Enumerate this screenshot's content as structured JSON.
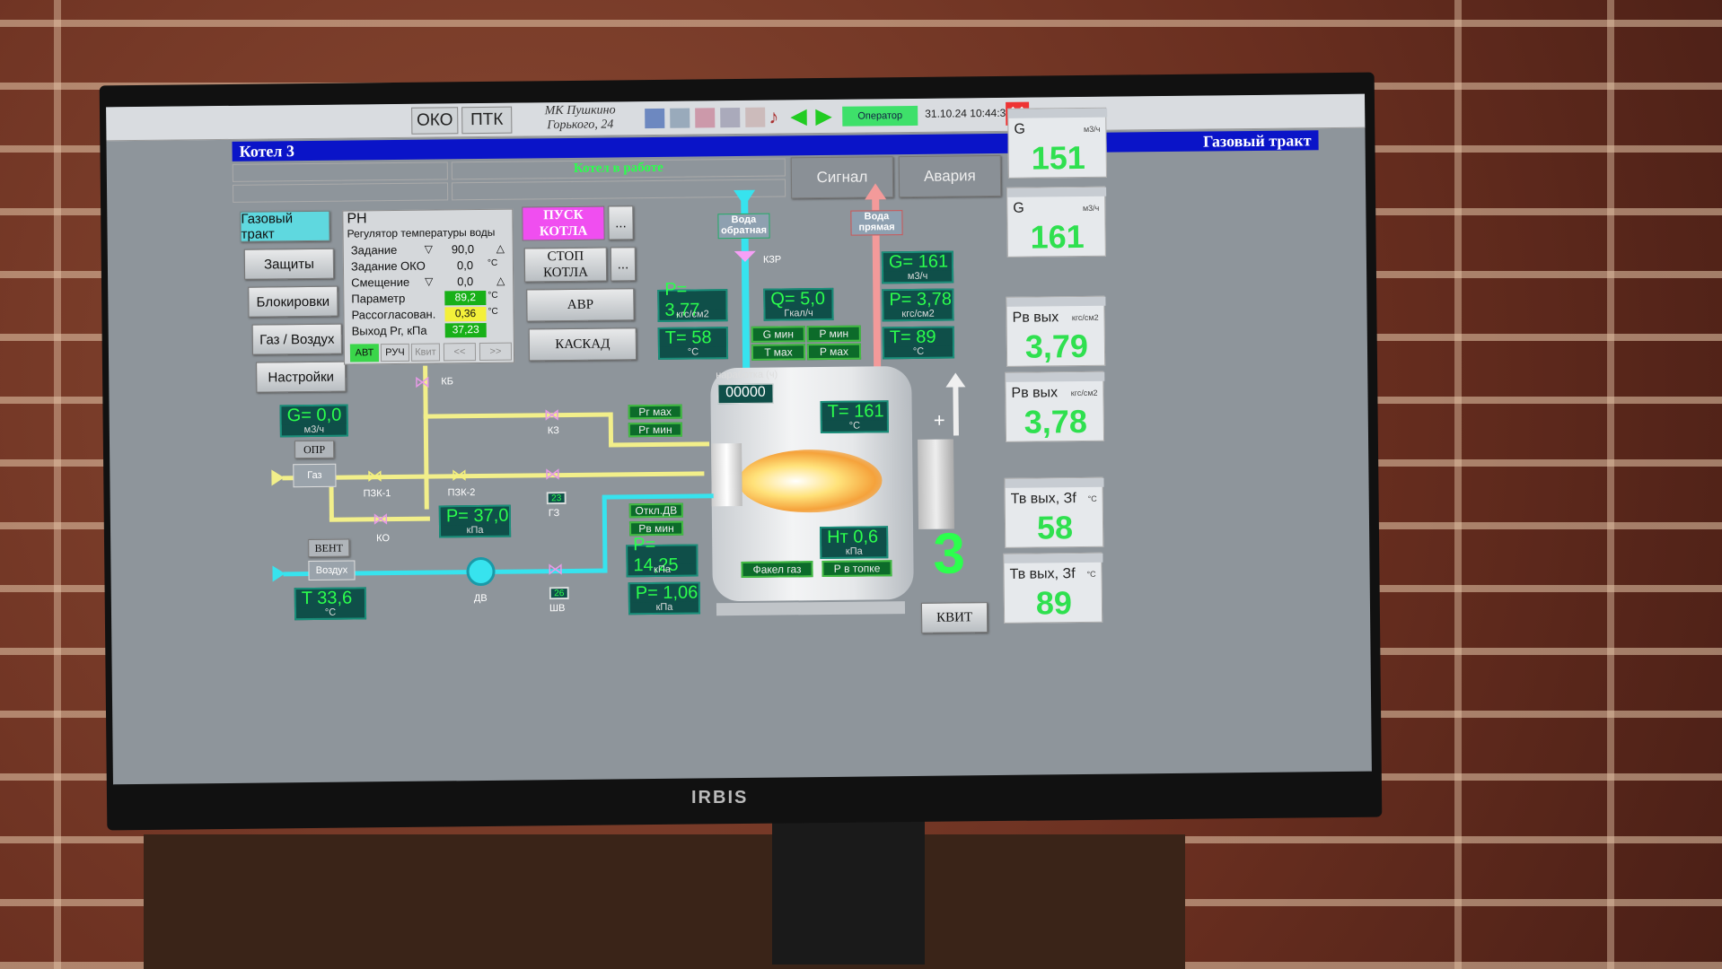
{
  "topbar": {
    "oko": "ОКО",
    "ptk": "ПТК",
    "site_line1": "МК Пушкино",
    "site_line2": "Горького, 24",
    "operator": "Оператор",
    "datetime": "31.10.24  10:44:34"
  },
  "title": {
    "left": "Котел    3",
    "right": "Газовый тракт"
  },
  "status": {
    "text": "Котел в работе",
    "signal": "Сигнал",
    "alarm": "Авария"
  },
  "nav": [
    "Газовый тракт",
    "Защиты",
    "Блокировки",
    "Газ / Воздух",
    "Настройки"
  ],
  "regulator": {
    "name": "РН",
    "desc": "Регулятор температуры воды",
    "rows": [
      {
        "label": "Задание",
        "value": "90,0",
        "unit": ""
      },
      {
        "label": "Задание ОКО",
        "value": "0,0",
        "unit": "°С"
      },
      {
        "label": "Смещение",
        "value": "0,0",
        "unit": ""
      },
      {
        "label": "Параметр",
        "value": "89,2",
        "unit": "°С"
      },
      {
        "label": "Рассогласован.",
        "value": "0,36",
        "unit": "°С"
      },
      {
        "label": "Выход  Рг, кПа",
        "value": "37,23",
        "unit": ""
      }
    ],
    "buttons": [
      "АВТ",
      "РУЧ",
      "Квит",
      "<<",
      ">>"
    ]
  },
  "commands": {
    "start": "ПУСК КОТЛА",
    "stop": "СТОП КОТЛА",
    "avr": "АВР",
    "cascade": "КАСКАД",
    "more": "..."
  },
  "water": {
    "return_label": "Вода обратная",
    "direct_label": "Вода прямая",
    "kzr": "КЗР",
    "p_ret": "P=  3,77",
    "p_ret_unit": "кгс/см2",
    "t_ret": "T=   58",
    "t_ret_unit": "°С",
    "q": "Q=   5,0",
    "q_unit": "Гкал/ч",
    "g_dir": "G=  161",
    "g_dir_unit": "м3/ч",
    "p_dir": "P=  3,78",
    "p_dir_unit": "кгс/см2",
    "t_dir": "T=   89",
    "t_dir_unit": "°С",
    "gmin": "G мин",
    "pmin": "P мин",
    "tmax": "T мах",
    "pmax": "P мах"
  },
  "boiler": {
    "runtime_label": "наработка (ч)",
    "runtime": "00000",
    "t_gas": "T=   161",
    "t_gas_unit": "°С",
    "ht": "Нт   0,6",
    "ht_unit": "кПа",
    "torch": "Факел газ",
    "p_furnace": "Р в топке",
    "number": "3",
    "kvit": "КВИТ"
  },
  "gas": {
    "g": "G=  0,0",
    "g_unit": "м3/ч",
    "opr": "ОПР",
    "gas": "Газ",
    "kb": "КБ",
    "kz": "КЗ",
    "pzk1": "ПЗК-1",
    "pzk2": "ПЗК-2",
    "ko": "КО",
    "gz": "ГЗ",
    "gz_pos": "23",
    "pg_max": "Рг мах",
    "pg_min": "Рг мин",
    "p": "P=  37,0",
    "p_unit": "кПа"
  },
  "air": {
    "vent": "ВЕНТ",
    "air": "Воздух",
    "dv": "ДВ",
    "shv": "ШВ",
    "shv_pos": "26",
    "t": "T    33,6",
    "t_unit": "°С",
    "otkl_dv": "Откл.ДВ",
    "pv_min": "Рв мин",
    "p1": "P=  14,25",
    "p1_unit": "кПа",
    "p2": "P=  1,06",
    "p2_unit": "кПа"
  },
  "trends": [
    {
      "label": "G",
      "unit": "м3/ч",
      "value": "151"
    },
    {
      "label": "G",
      "unit": "м3/ч",
      "value": "161"
    },
    {
      "label": "Рв вых",
      "unit": "кгс/см2",
      "value": "3,79"
    },
    {
      "label": "Рв вых",
      "unit": "кгс/см2",
      "value": "3,78"
    },
    {
      "label": "Тв вых, Зf",
      "unit": "°С",
      "value": "58"
    },
    {
      "label": "Тв вых, Зf",
      "unit": "°С",
      "value": "89"
    }
  ],
  "brand": "IRBIS",
  "colors": {
    "value_bg": "#0f4f49",
    "value_text": "#2cff4d",
    "title_blue": "#0a14c8",
    "start_magenta": "#f04ef0"
  }
}
